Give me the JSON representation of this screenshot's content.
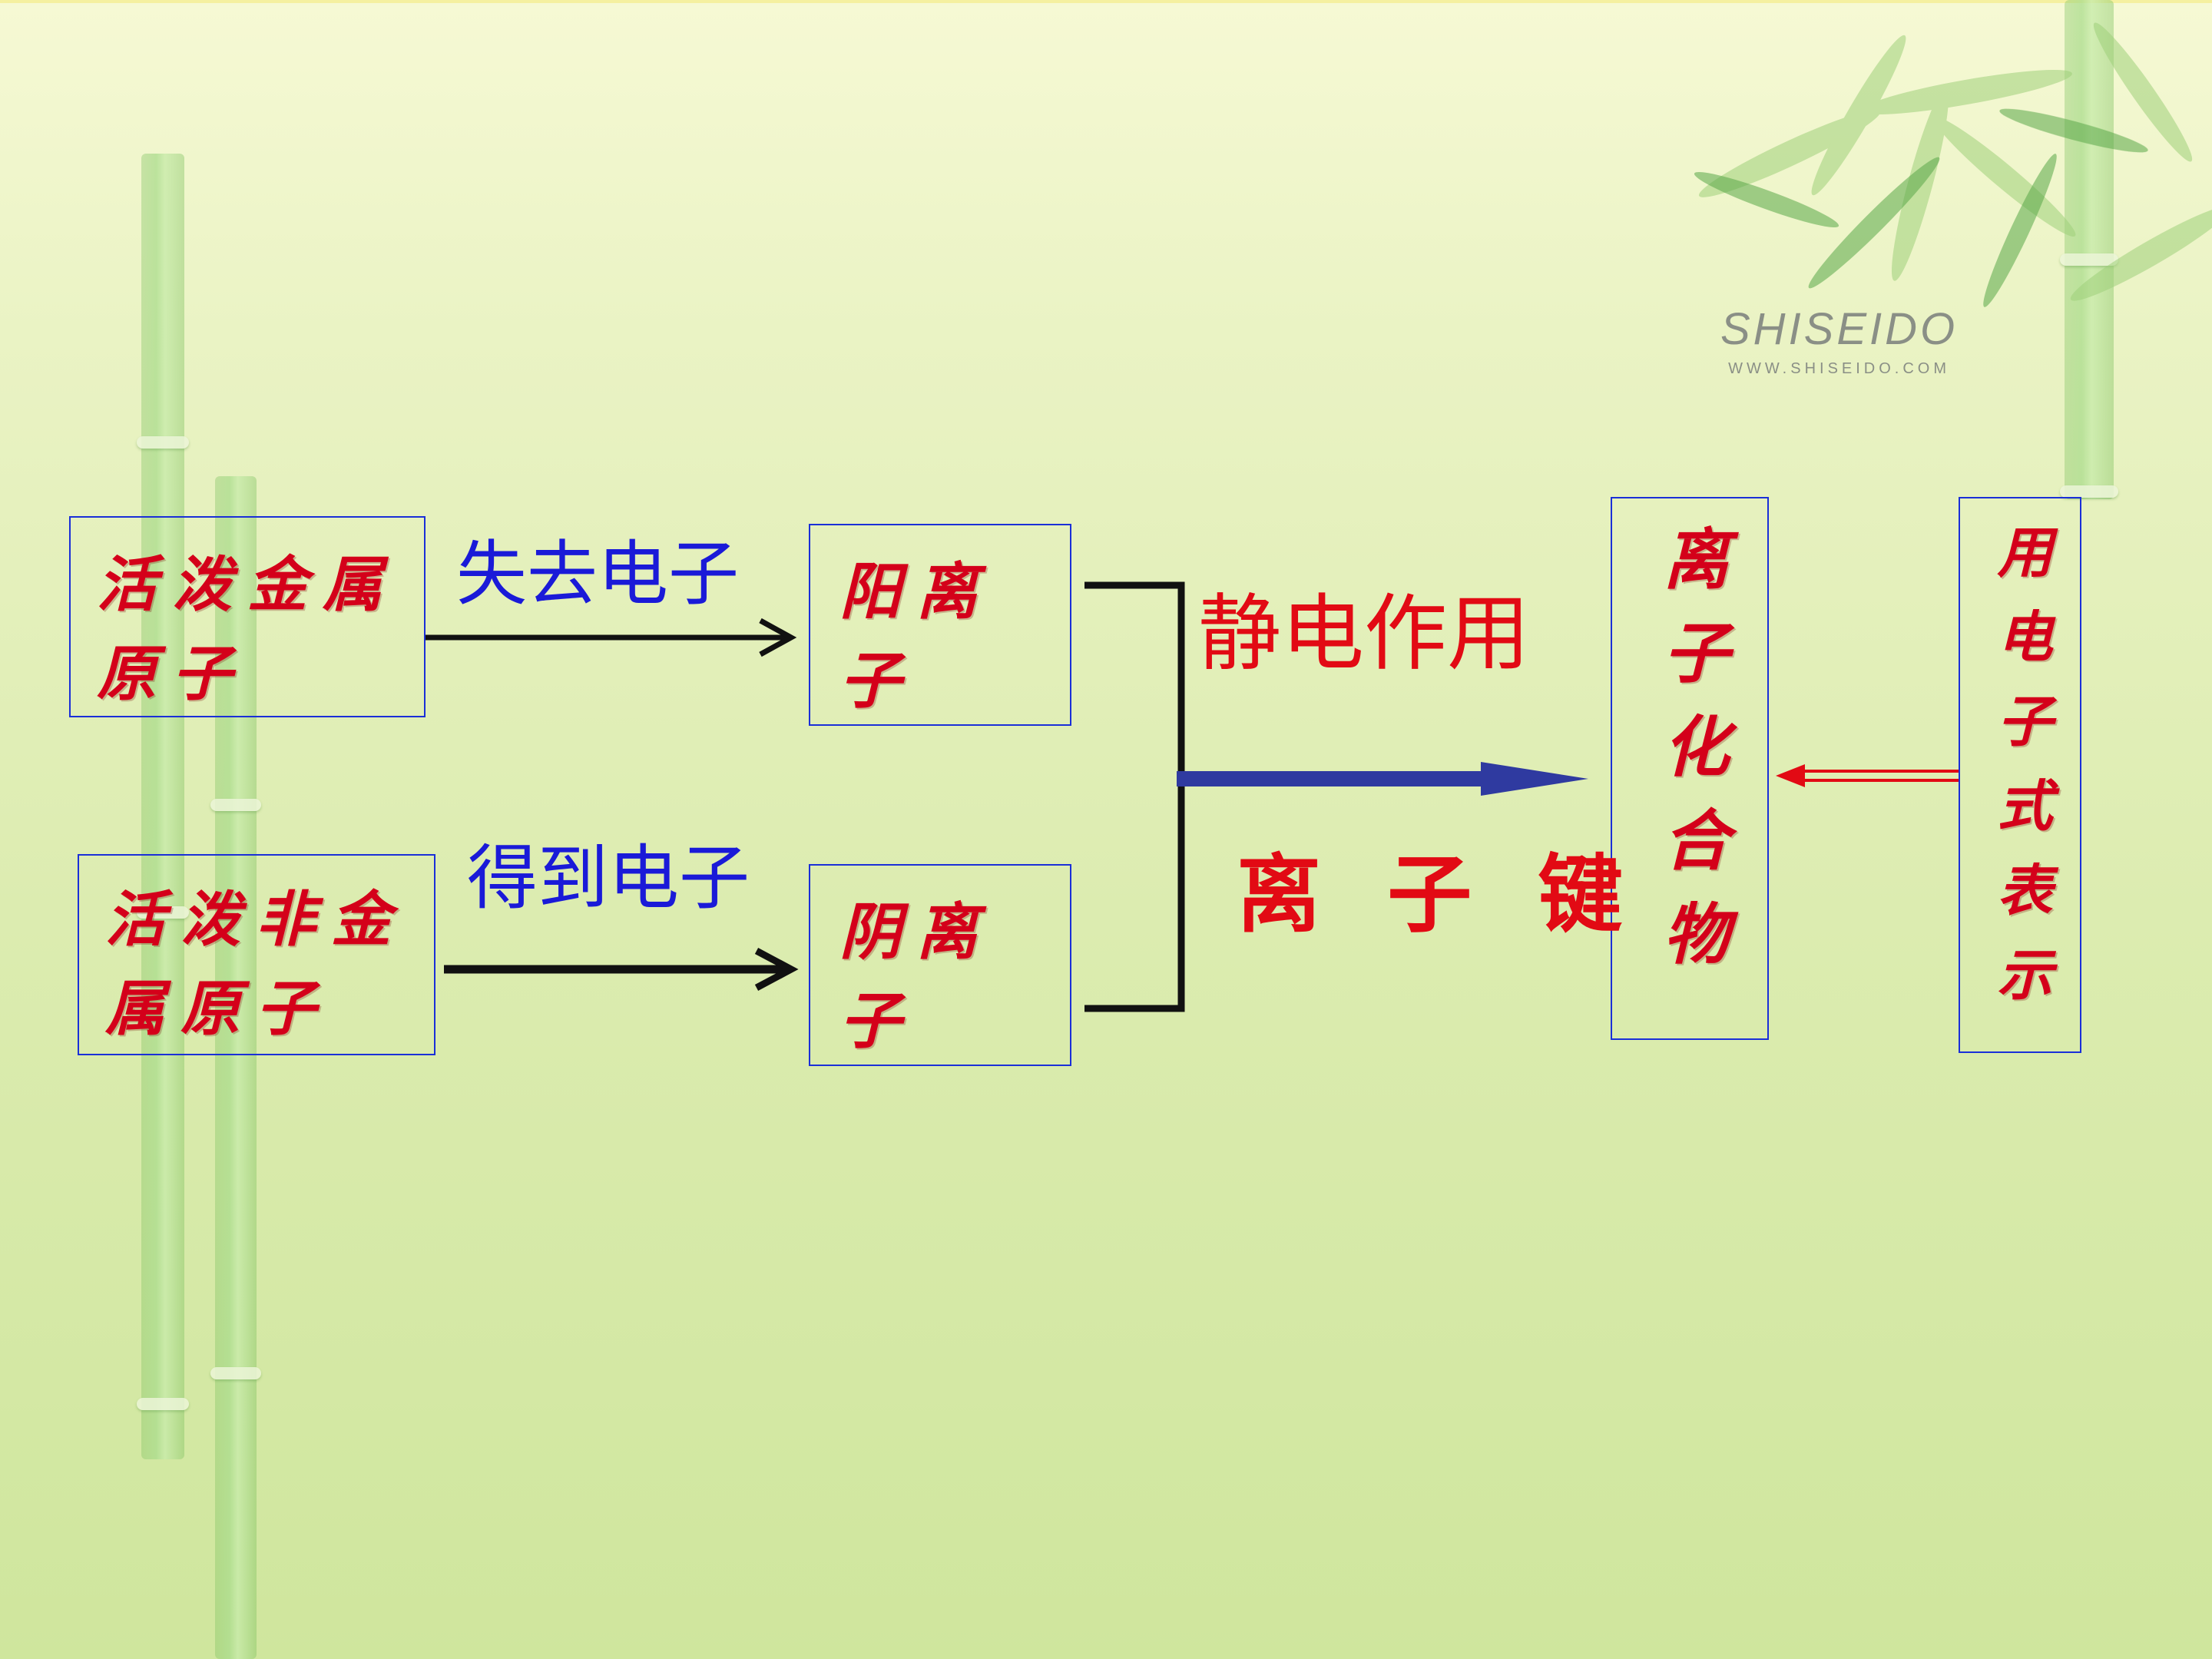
{
  "logo": {
    "brand": "SHISEIDO",
    "url": "WWW.SHISEIDO.COM"
  },
  "nodes": {
    "metal_atom": "活泼金属原子",
    "nonmetal_atom": "活泼非金属原子",
    "cation": "阳离子",
    "anion": "阴离子",
    "ionic_compound": "离子化合物",
    "electron_formula": "用电子式表示"
  },
  "edges": {
    "lose_electrons": "失去电子",
    "gain_electrons": "得到电子",
    "electrostatic": "静电作用",
    "ionic_bond": "离 子 键"
  },
  "colors": {
    "box_border": "#1a2fd8",
    "node_text": "#d4001a",
    "blue_label": "#1a1ad8",
    "red_label": "#e20a14",
    "big_arrow": "#2f3aa0",
    "background": "#dcecb0"
  }
}
